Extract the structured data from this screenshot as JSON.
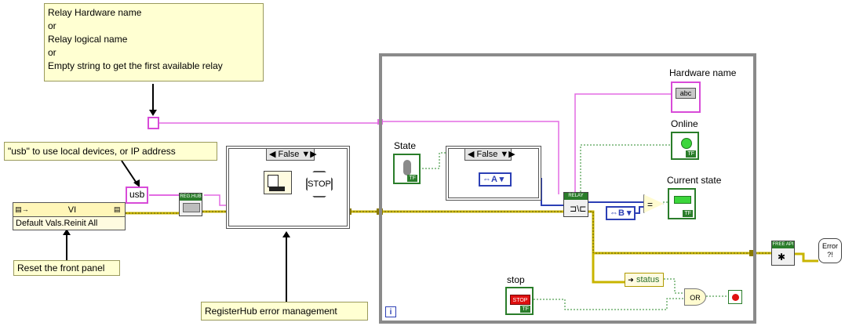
{
  "comments": {
    "relay_name": [
      "Relay Hardware name",
      "or",
      "Relay logical name",
      "or",
      "Empty string to get the first available relay"
    ],
    "usb_hint": "\"usb\" to use local devices, or IP address",
    "reset_panel": "Reset the front panel",
    "registerhub_error": "RegisterHub error management"
  },
  "constants": {
    "usb_string": "usb",
    "enum_a": "A",
    "enum_b": "B"
  },
  "invoke_node": {
    "class": "VI",
    "method": "Default Vals.Reinit All"
  },
  "case_structures": {
    "error_case_selector": "False",
    "state_case_selector": "False"
  },
  "subvis": {
    "reg_hub": "REG.HUB",
    "relay": "RELAY",
    "free_api": "FREE API",
    "error_handler": "Error ?!"
  },
  "indicators": {
    "hardware_name": "Hardware name",
    "hardware_name_glyph": "abc",
    "online": "Online",
    "current_state": "Current state",
    "status": "status"
  },
  "controls": {
    "state": "State",
    "stop": "stop",
    "stop_glyph": "STOP"
  },
  "glyphs": {
    "stop_sign": "STOP",
    "loop_iteration": "i",
    "tf": "TF",
    "equal": "=",
    "or_gate": "OR"
  },
  "colors": {
    "error_wire": "#c8b400",
    "string_wire": "#e36be3",
    "bool_wire": "#2a8a2a",
    "enum_wire": "#2c3fb5",
    "loop_frame": "#8a8a8a",
    "comment_bg": "#ffffd2"
  },
  "icons": [
    "stop-sign-icon",
    "toggle-switch-icon",
    "led-icon",
    "or-gate-icon",
    "equal-icon",
    "wrench-icon",
    "error-handler-icon",
    "usb-plug-icon"
  ]
}
